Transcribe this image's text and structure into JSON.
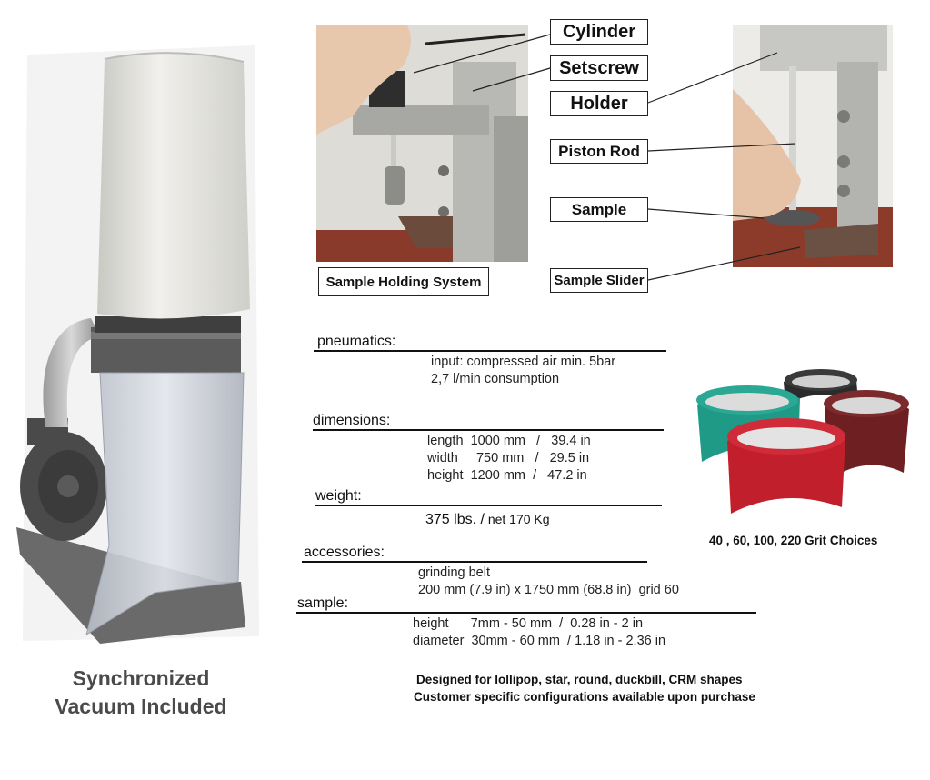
{
  "vacuum": {
    "caption_line1": "Synchronized",
    "caption_line2": "Vacuum Included"
  },
  "labels": {
    "cylinder": "Cylinder",
    "setscrew": "Setscrew",
    "holder": "Holder",
    "piston_rod": "Piston Rod",
    "sample": "Sample",
    "sample_slider": "Sample Slider",
    "sample_holding_system": "Sample Holding System"
  },
  "specs": {
    "pneumatics": {
      "heading": "pneumatics:",
      "rows": [
        "input: compressed air min. 5bar",
        "2,7 l/min consumption"
      ]
    },
    "dimensions": {
      "heading": "dimensions:",
      "rows": [
        "length  1000 mm   /   39.4 in",
        "width     750 mm   /   29.5 in",
        "height  1200 mm  /   47.2 in"
      ]
    },
    "weight": {
      "heading": "weight:",
      "value_main": "375 lbs. /",
      "value_net": " net 170 Kg"
    },
    "accessories": {
      "heading": "accessories:",
      "rows": [
        "grinding belt",
        "200 mm (7.9 in) x 1750 mm (68.8 in)  grid 60"
      ]
    },
    "sample": {
      "heading": "sample:",
      "rows": [
        "height      7mm - 50 mm  /  0.28 in - 2 in",
        "diameter  30mm - 60 mm  / 1.18 in - 2.36 in"
      ]
    }
  },
  "notes": {
    "line1": "Designed for lollipop, star, round, duckbill, CRM shapes",
    "line2": "Customer specific configurations available upon purchase"
  },
  "belts": {
    "caption": "40 , 60, 100, 220 Grit Choices",
    "colors": {
      "teal": "#1f9a86",
      "black": "#2b2b2b",
      "maroon": "#6e1f22",
      "red": "#c21f2c"
    }
  }
}
